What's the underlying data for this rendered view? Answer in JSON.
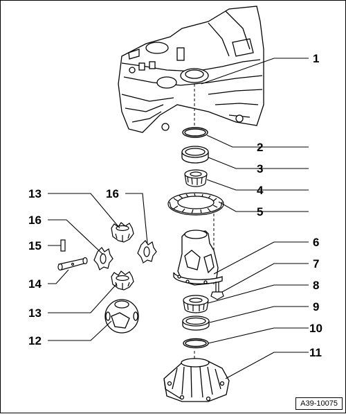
{
  "figure": {
    "reference": "A39-10075",
    "callouts": {
      "c1": "1",
      "c2": "2",
      "c3": "3",
      "c4": "4",
      "c5": "5",
      "c6": "6",
      "c7": "7",
      "c8": "8",
      "c9": "9",
      "c10": "10",
      "c11": "11",
      "c12": "12",
      "c13a": "13",
      "c13b": "13",
      "c14": "14",
      "c15": "15",
      "c16a": "16",
      "c16b": "16"
    },
    "parts": [
      "housing",
      "shim-ring",
      "bearing-outer-race",
      "taper-roller-bearing",
      "crown-wheel",
      "differential-case",
      "bolt",
      "taper-roller-bearing-lower",
      "bearing-outer-race-lower",
      "shim-ring-lower",
      "cover",
      "ball-housing",
      "side-gear",
      "shaft",
      "pin",
      "planet-gear"
    ]
  }
}
